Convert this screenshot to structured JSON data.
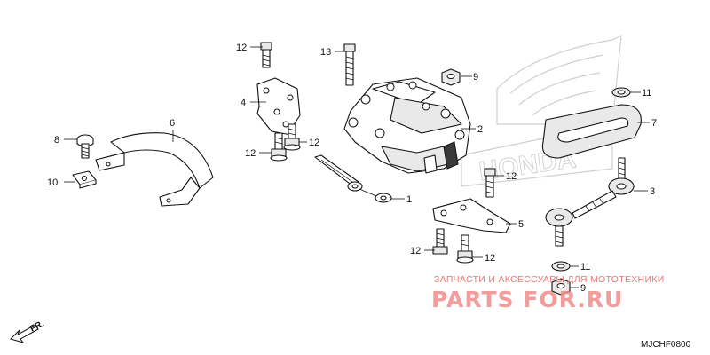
{
  "diagram": {
    "callouts": [
      "1",
      "2",
      "3",
      "4",
      "5",
      "6",
      "7",
      "8",
      "9",
      "10",
      "11",
      "12",
      "13"
    ],
    "direction_label": "FR.",
    "diagram_code": "MJCHF0800",
    "brand_logo": "HONDA"
  },
  "watermark": {
    "subtitle": "ЗАПЧАСТИ И АКСЕССУАРЫ ДЛЯ МОТОТЕХНИКИ",
    "brand": "PARTS FOR.RU"
  },
  "colors": {
    "line": "#111111",
    "watermark": "#f28b8b",
    "logo_outline": "#cfcfcf"
  }
}
